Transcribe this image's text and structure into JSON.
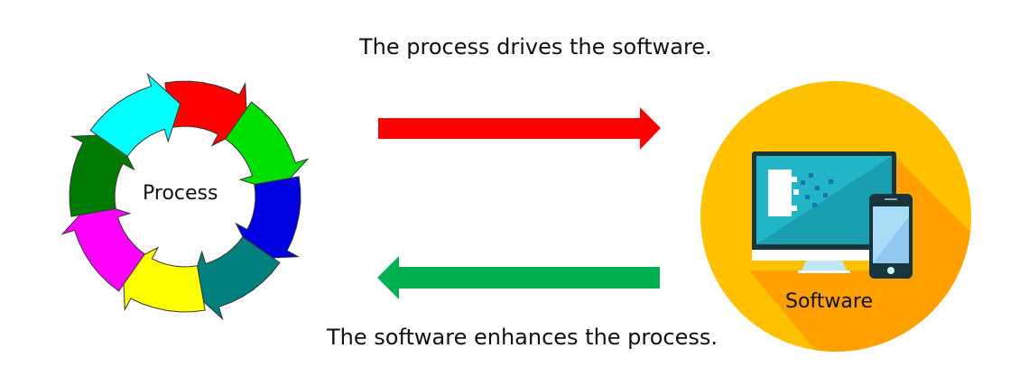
{
  "captions": {
    "top": "The process drives the software.",
    "bottom": "The software enhances the process."
  },
  "process": {
    "label": "Process",
    "arrow_colors": [
      "#ff0000",
      "#00e000",
      "#0000e0",
      "#007f7f",
      "#ffff00",
      "#ff00ff",
      "#007a00",
      "#00ffff"
    ]
  },
  "software": {
    "label": "Software",
    "circle_color": "#ffc000",
    "shadow_color": "#ff9f00",
    "icons": [
      "monitor-icon",
      "smartphone-icon"
    ]
  },
  "arrows": {
    "drives": {
      "direction": "right",
      "color": "#ff0000"
    },
    "enhances": {
      "direction": "left",
      "color": "#00b050"
    }
  }
}
